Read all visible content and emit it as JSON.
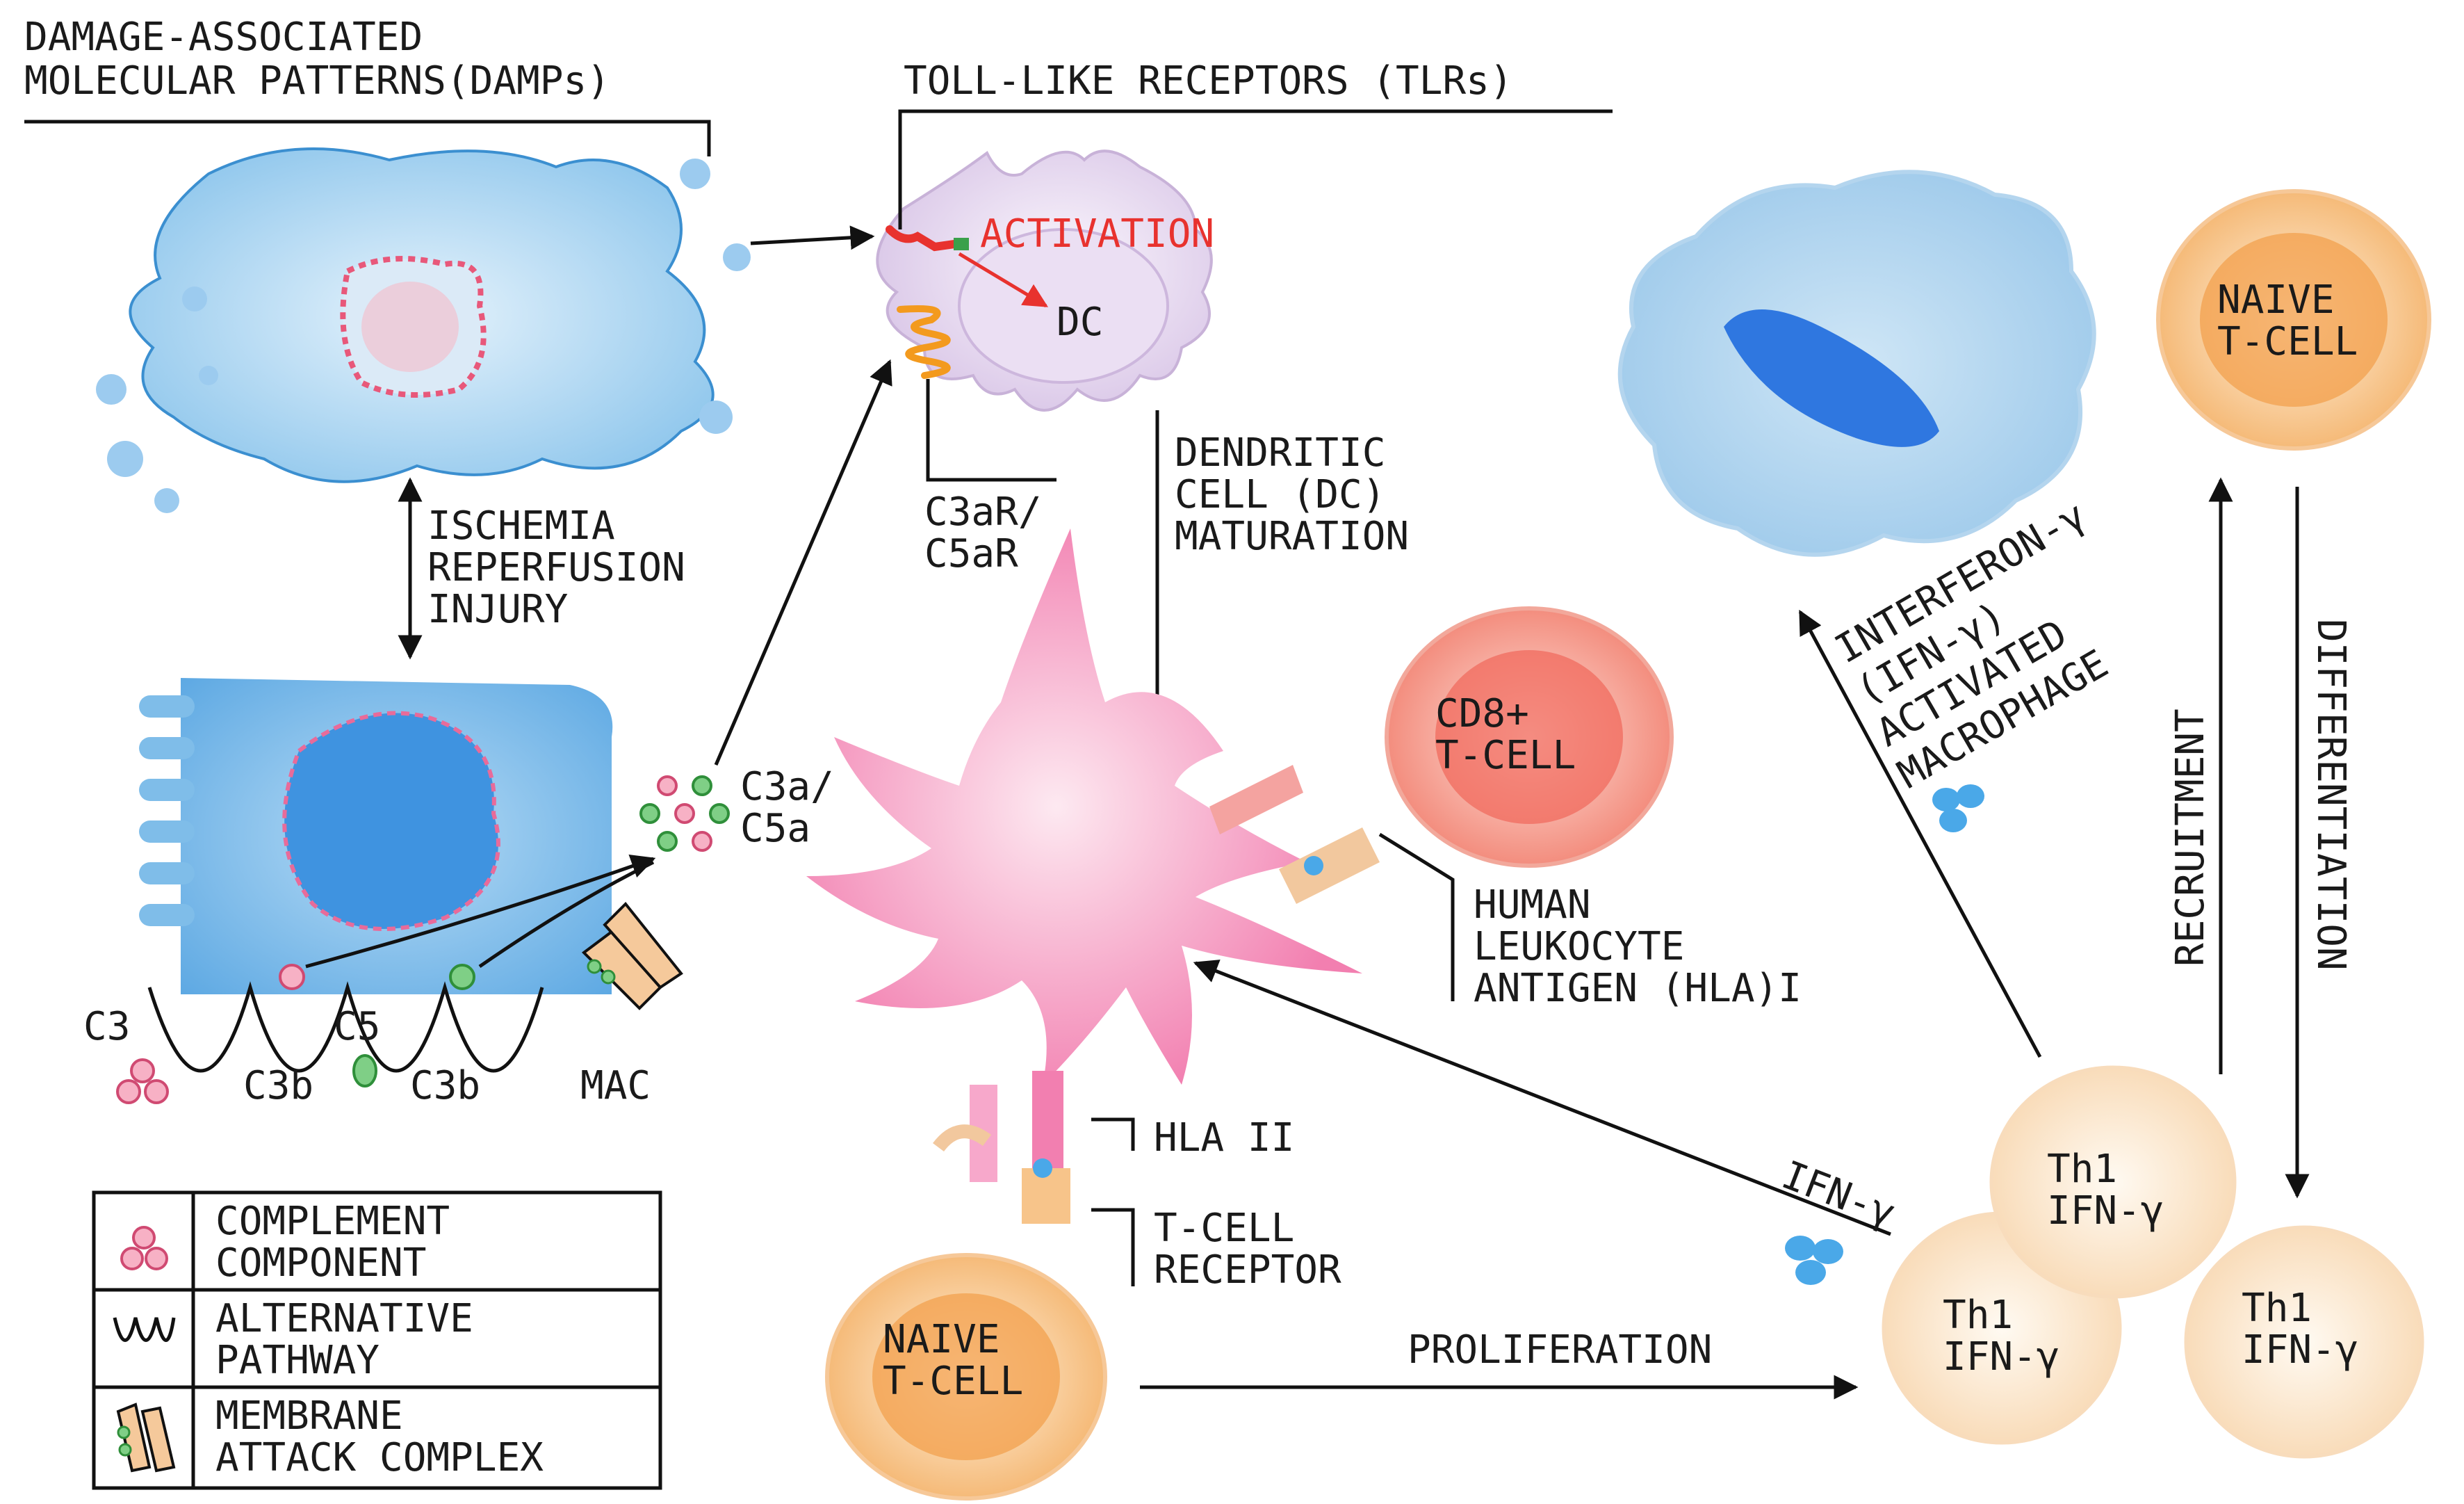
{
  "labels": {
    "damps_1": "DAMAGE-ASSOCIATED",
    "damps_2": "MOLECULAR PATTERNS(DAMPs)",
    "tlrs": "TOLL-LIKE RECEPTORS (TLRs)",
    "activation": "ACTIVATION",
    "dc": "DC",
    "c3ar_1": "C3aR/",
    "c3ar_2": "C5aR",
    "ischemia_1": "ISCHEMIA",
    "ischemia_2": "REPERFUSION",
    "ischemia_3": "INJURY",
    "dc_mat_1": "DENDRITIC",
    "dc_mat_2": "CELL (DC)",
    "dc_mat_3": "MATURATION",
    "c3a_1": "C3a/",
    "c3a_2": "C5a",
    "c3": "C3",
    "c3b_1": "C3b",
    "c5": "C5",
    "c3b_2": "C3b",
    "mac": "MAC",
    "cd8_1": "CD8+",
    "cd8_2": "T-CELL",
    "hla1_1": "HUMAN",
    "hla1_2": "LEUKOCYTE",
    "hla1_3": "ANTIGEN (HLA)I",
    "hla2": "HLA II",
    "tcr_1": "T-CELL",
    "tcr_2": "RECEPTOR",
    "naive_bottom_1": "NAIVE",
    "naive_bottom_2": "T-CELL",
    "proliferation": "PROLIFERATION",
    "ifn_g": "IFN-γ",
    "naive_right_1": "NAIVE",
    "naive_right_2": "T-CELL",
    "ifn_mac_1": "INTERFERON-γ",
    "ifn_mac_2": "(IFN-γ)",
    "ifn_mac_3": "ACTIVATED",
    "ifn_mac_4": "MACROPHAGE",
    "recruitment": "RECRUITMENT",
    "differentiation": "DIFFERENTIATION",
    "th1_a_1": "Th1",
    "th1_a_2": "IFN-γ",
    "th1_b_1": "Th1",
    "th1_b_2": "IFN-γ",
    "th1_c_1": "Th1",
    "th1_c_2": "IFN-γ"
  },
  "legend": [
    {
      "line1": "COMPLEMENT",
      "line2": "COMPONENT"
    },
    {
      "line1": "ALTERNATIVE",
      "line2": "PATHWAY"
    },
    {
      "line1": "MEMBRANE",
      "line2": "ATTACK COMPLEX"
    }
  ],
  "colors": {
    "cell_blue": "#7fbde9",
    "dc_lilac": "#e6d7ee",
    "pink_dc": "#f27fb0",
    "peach": "#f7c48a",
    "red_text": "#e8322e"
  }
}
